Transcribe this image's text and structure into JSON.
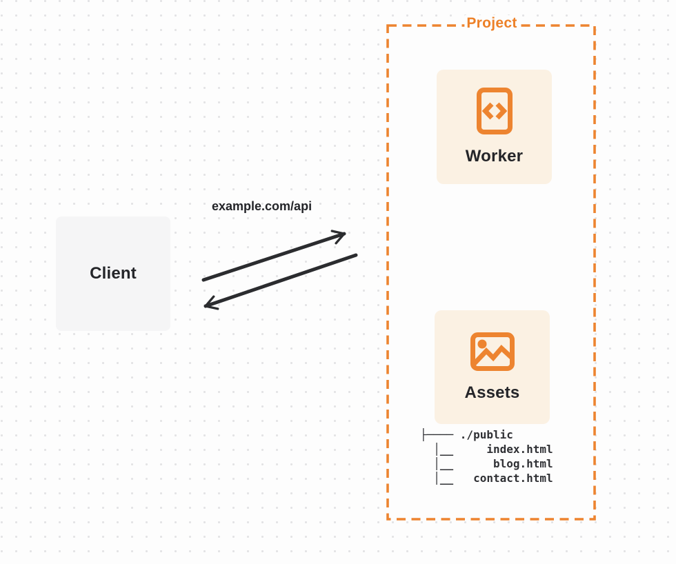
{
  "colors": {
    "accent_orange": "#ED8430",
    "card_cream": "#FBF1E3",
    "client_gray": "#F5F5F6",
    "arrow_dark": "#2B2C2F",
    "text_dark": "#242529",
    "dot_grid": "#E3E3E5"
  },
  "project": {
    "title": "Project"
  },
  "nodes": {
    "client": {
      "label": "Client"
    },
    "worker": {
      "label": "Worker"
    },
    "assets": {
      "label": "Assets"
    }
  },
  "connection": {
    "label": "example.com/api"
  },
  "file_tree": {
    "root": "./public",
    "files": [
      "index.html",
      "blog.html",
      "contact.html"
    ],
    "lines": [
      "├──── ./public",
      "  │__     index.html",
      "  │__      blog.html",
      "  │__   contact.html"
    ]
  }
}
